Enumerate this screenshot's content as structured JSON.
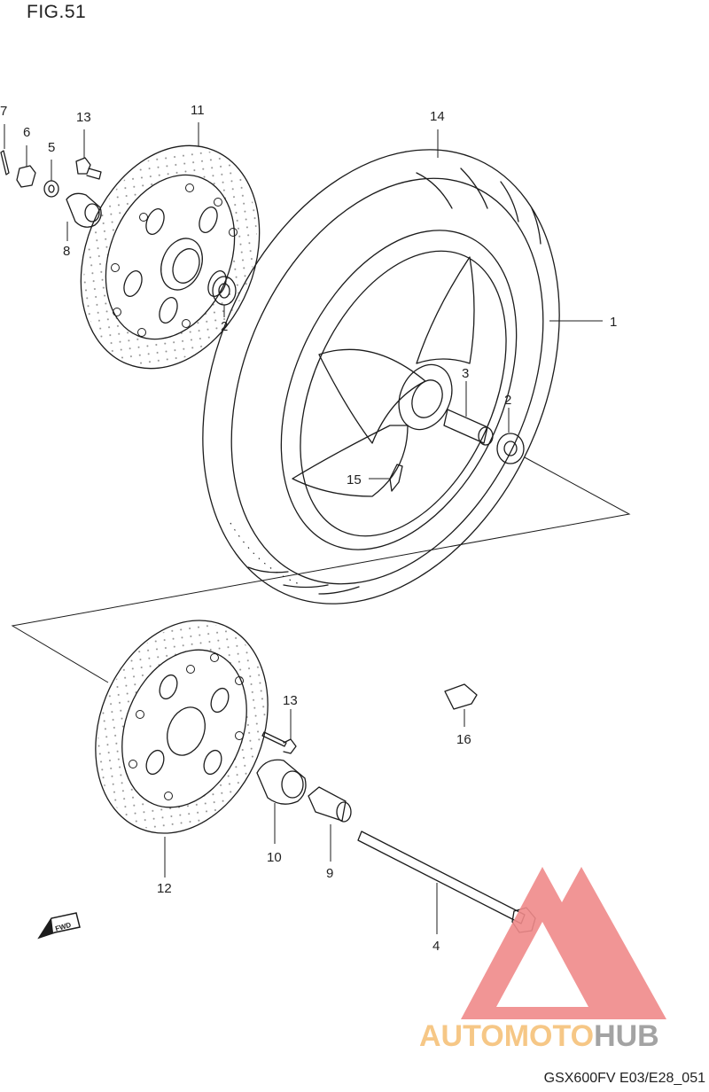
{
  "figure": {
    "title": "FIG.51",
    "code": "GSX600FV E03/E28_051"
  },
  "fwd_marker": {
    "label": "FWD"
  },
  "callouts": [
    {
      "id": "c7",
      "label": "7"
    },
    {
      "id": "c6",
      "label": "6"
    },
    {
      "id": "c5",
      "label": "5"
    },
    {
      "id": "c13a",
      "label": "13"
    },
    {
      "id": "c11",
      "label": "11"
    },
    {
      "id": "c14",
      "label": "14"
    },
    {
      "id": "c8",
      "label": "8"
    },
    {
      "id": "c2a",
      "label": "2"
    },
    {
      "id": "c1",
      "label": "1"
    },
    {
      "id": "c3",
      "label": "3"
    },
    {
      "id": "c2b",
      "label": "2"
    },
    {
      "id": "c15",
      "label": "15"
    },
    {
      "id": "c13b",
      "label": "13"
    },
    {
      "id": "c16",
      "label": "16"
    },
    {
      "id": "c10",
      "label": "10"
    },
    {
      "id": "c9",
      "label": "9"
    },
    {
      "id": "c12",
      "label": "12"
    },
    {
      "id": "c4",
      "label": "4"
    }
  ],
  "watermark": {
    "part1": "AUTOMOTO",
    "part2": "HUB",
    "colors": {
      "triangle": "#f08a8a",
      "part1": "#f6c27a",
      "part2": "#9a9a9a"
    }
  }
}
